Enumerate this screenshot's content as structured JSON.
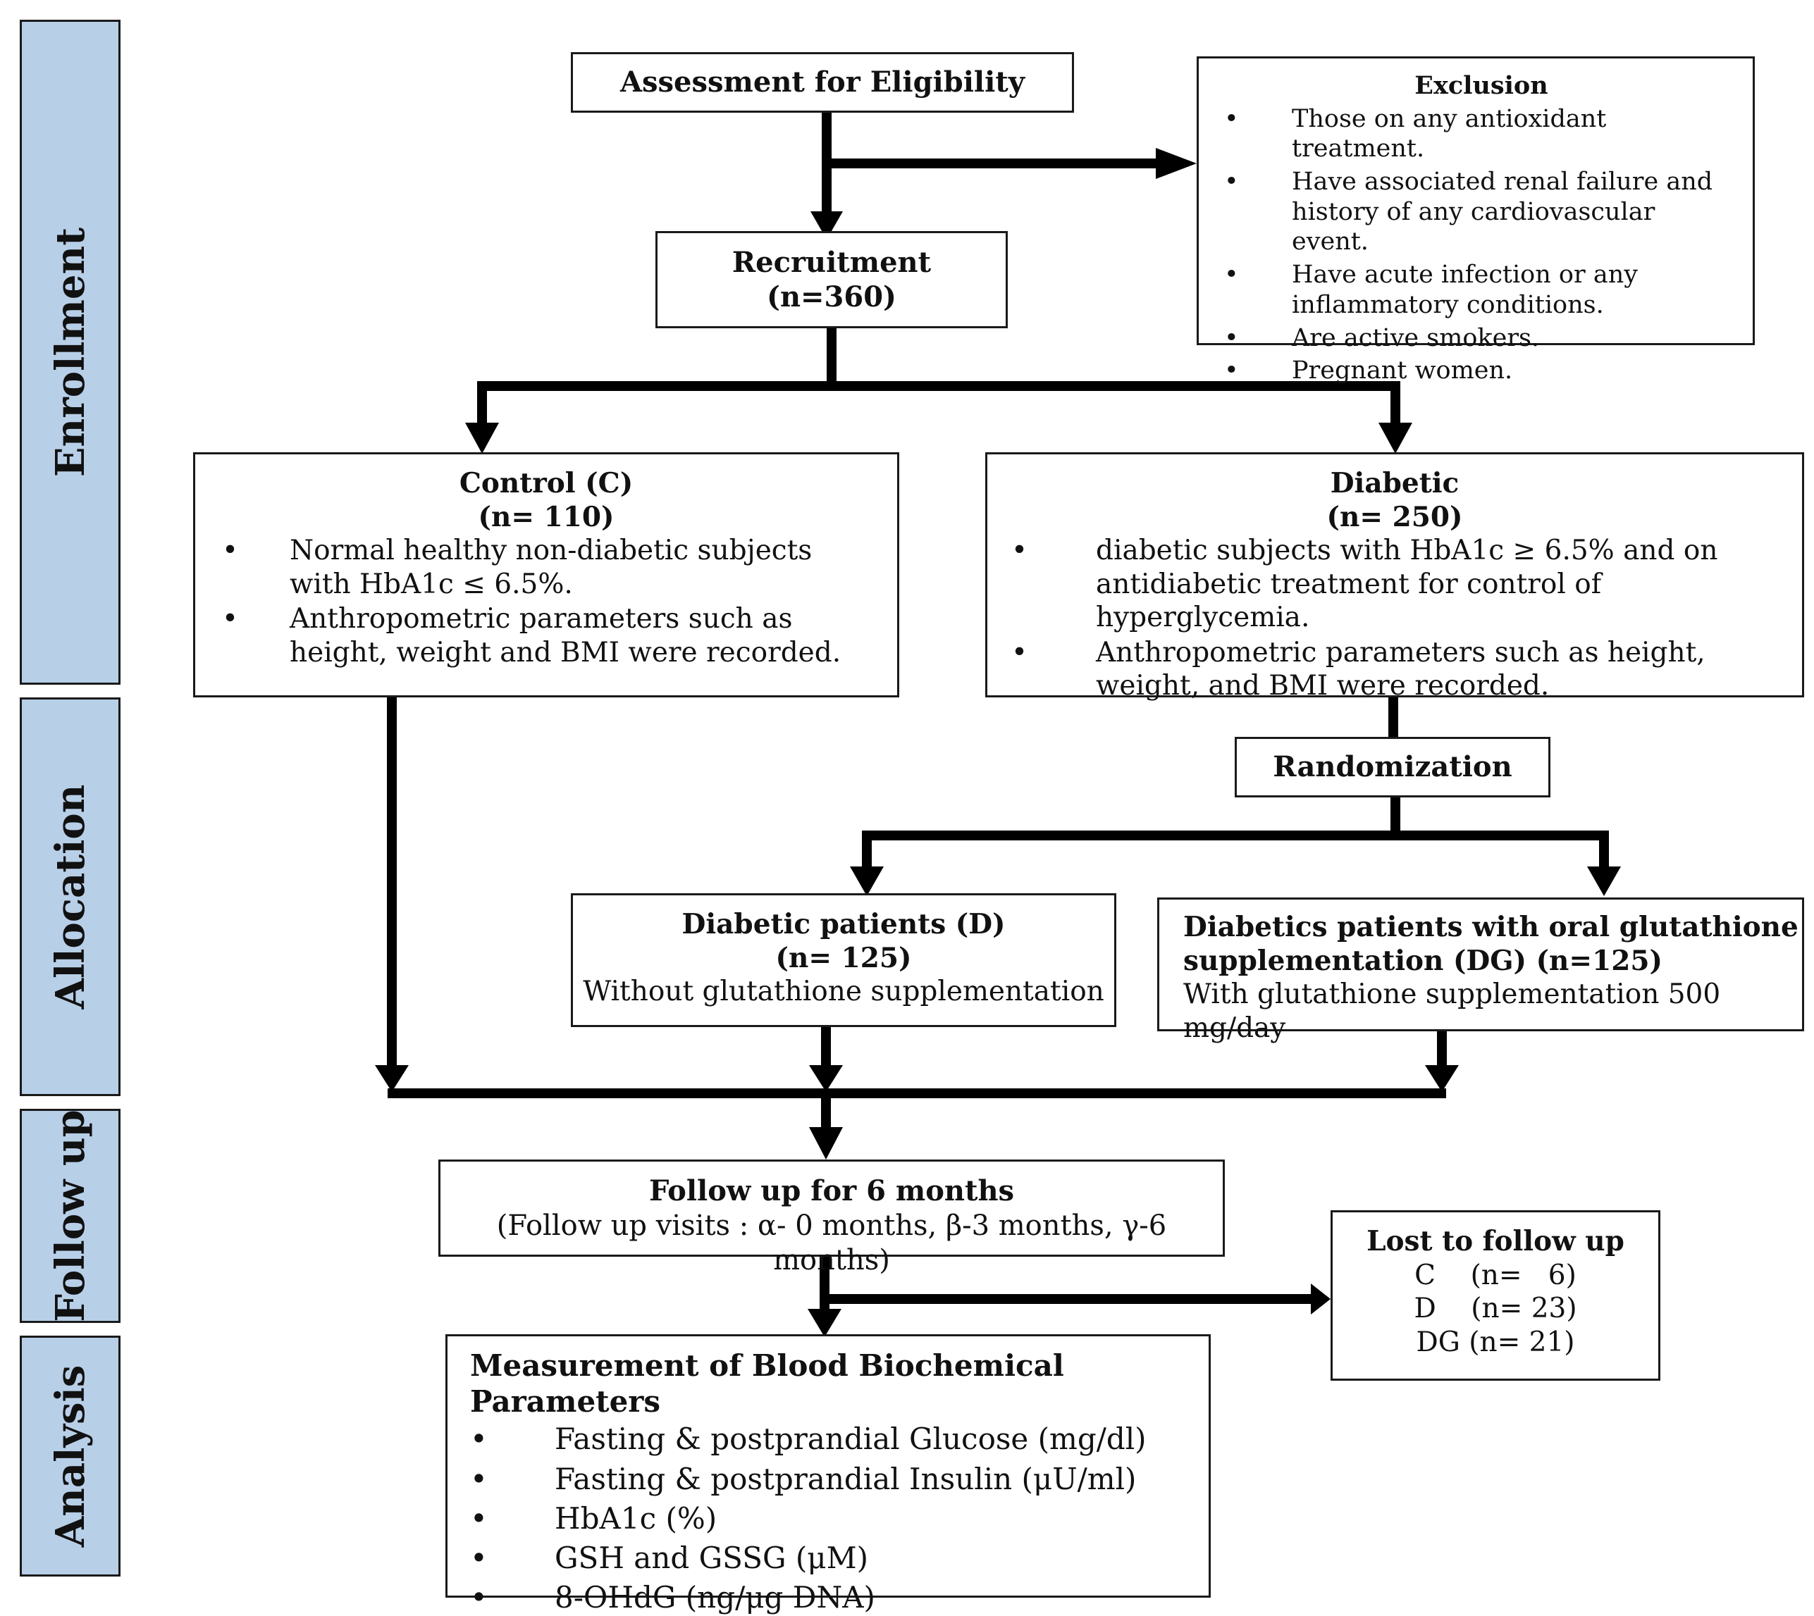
{
  "phases": {
    "enrollment": "Enrollment",
    "allocation": "Allocation",
    "follow_up": "Follow up",
    "analysis": "Analysis"
  },
  "assessment": {
    "title": "Assessment for Eligibility"
  },
  "exclusion": {
    "title": "Exclusion",
    "items": [
      "Those on any antioxidant treatment.",
      "Have associated renal failure and history of any cardiovascular event.",
      "Have acute infection or any inflammatory conditions.",
      "Are active smokers.",
      "Pregnant women."
    ]
  },
  "recruitment": {
    "title": "Recruitment",
    "n": "(n=360)"
  },
  "control": {
    "title": "Control (C)",
    "n": "(n= 110)",
    "items": [
      "Normal healthy non-diabetic subjects with HbA1c ≤ 6.5%.",
      "Anthropometric parameters such as height, weight and BMI were recorded."
    ]
  },
  "diabetic": {
    "title": "Diabetic",
    "n": "(n= 250)",
    "items": [
      "diabetic subjects with HbA1c  ≥ 6.5% and on antidiabetic treatment for control of hyperglycemia.",
      " Anthropometric parameters such as height, weight, and BMI were recorded."
    ]
  },
  "randomization": {
    "title": "Randomization"
  },
  "group_d": {
    "title": "Diabetic patients  (D)",
    "n": "(n= 125)",
    "desc": "Without glutathione supplementation"
  },
  "group_dg": {
    "title_line1": "Diabetics patients with oral glutathione",
    "title_line2": "supplementation (DG) (n=125)",
    "desc": "With glutathione supplementation 500 mg/day"
  },
  "follow_up": {
    "title": "Follow up for 6 months",
    "desc": "(Follow up visits : α- 0 months, β-3 months, γ-6 months)"
  },
  "lost": {
    "title": "Lost to follow up",
    "rows": [
      "C    (n=   6)",
      "D    (n= 23)",
      "DG (n= 21)"
    ]
  },
  "measurement": {
    "title": "Measurement of Blood Biochemical Parameters",
    "items": [
      "Fasting & postprandial Glucose (mg/dl)",
      "Fasting & postprandial Insulin (μU/ml)",
      "HbA1c (%)",
      "GSH and GSSG (μM)",
      "8-OHdG (ng/μg DNA)"
    ]
  }
}
